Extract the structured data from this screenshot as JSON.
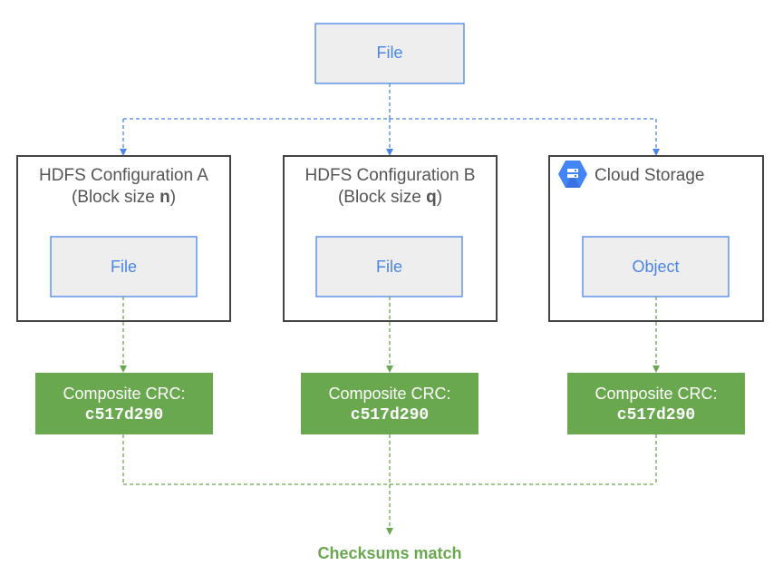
{
  "colors": {
    "blue_line": "#4a86e8",
    "green_line": "#6aa84f",
    "green_box": "#6aa84f",
    "grey_box": "#eeeeee",
    "frame": "#434343",
    "text_dark": "#555555"
  },
  "top_file": {
    "label": "File"
  },
  "columns": [
    {
      "title_line1": "HDFS Configuration A",
      "title_prefix": "(Block size ",
      "title_var": "n",
      "title_suffix": ")",
      "inner_label": "File",
      "crc_label": "Composite CRC:",
      "crc_value": "c517d290"
    },
    {
      "title_line1": "HDFS Configuration B",
      "title_prefix": "(Block size ",
      "title_var": "q",
      "title_suffix": ")",
      "inner_label": "File",
      "crc_label": "Composite CRC:",
      "crc_value": "c517d290"
    },
    {
      "title_line1": "Cloud Storage",
      "icon": "cloud-storage-icon",
      "inner_label": "Object",
      "crc_label": "Composite CRC:",
      "crc_value": "c517d290"
    }
  ],
  "result": {
    "label": "Checksums match"
  }
}
